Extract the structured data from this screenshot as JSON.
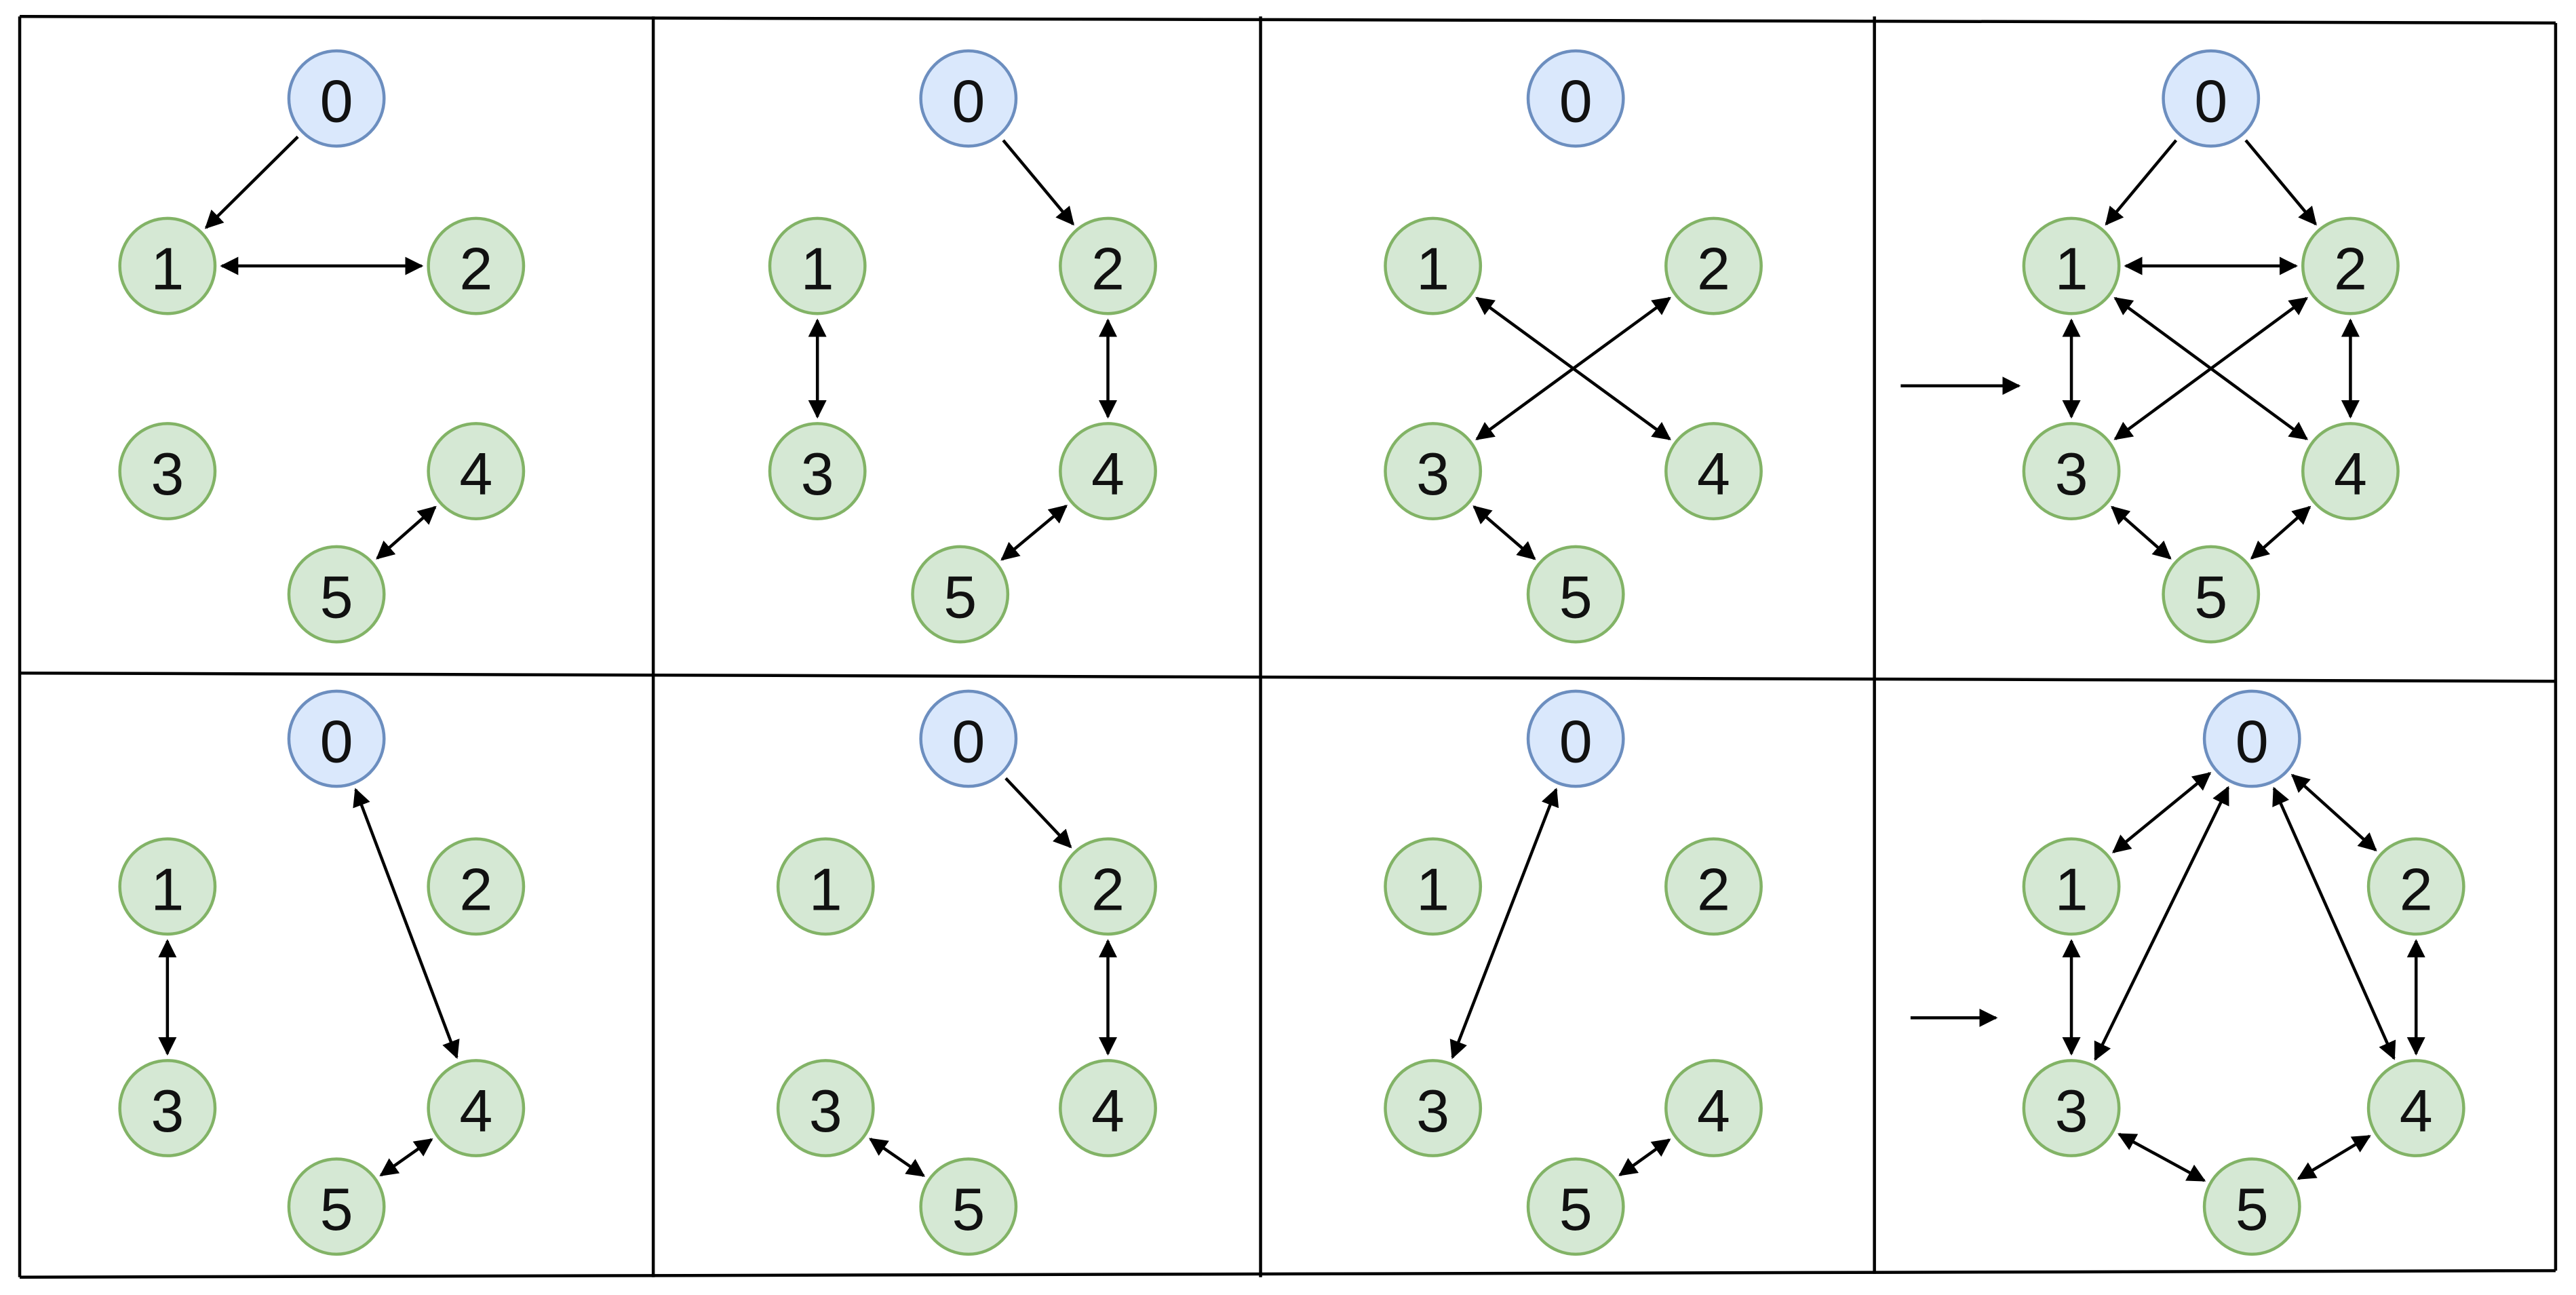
{
  "colors": {
    "root_fill": "#dae8fc",
    "root_stroke": "#6c8ebf",
    "node_fill": "#d5e8d4",
    "node_stroke": "#82b366",
    "edge": "#000000",
    "frame": "#000000"
  },
  "panels": [
    {
      "name": "top-1",
      "nodes": [
        {
          "id": "0",
          "root": true
        },
        {
          "id": "1"
        },
        {
          "id": "2"
        },
        {
          "id": "3"
        },
        {
          "id": "4"
        },
        {
          "id": "5"
        }
      ],
      "edges": [
        [
          "0",
          "1",
          "forward"
        ],
        [
          "1",
          "2",
          "both"
        ],
        [
          "4",
          "5",
          "both"
        ]
      ]
    },
    {
      "name": "top-2",
      "nodes": [
        {
          "id": "0",
          "root": true
        },
        {
          "id": "1"
        },
        {
          "id": "2"
        },
        {
          "id": "3"
        },
        {
          "id": "4"
        },
        {
          "id": "5"
        }
      ],
      "edges": [
        [
          "0",
          "2",
          "forward"
        ],
        [
          "1",
          "3",
          "both"
        ],
        [
          "2",
          "4",
          "both"
        ],
        [
          "4",
          "5",
          "both"
        ]
      ]
    },
    {
      "name": "top-3",
      "nodes": [
        {
          "id": "0",
          "root": true
        },
        {
          "id": "1"
        },
        {
          "id": "2"
        },
        {
          "id": "3"
        },
        {
          "id": "4"
        },
        {
          "id": "5"
        }
      ],
      "edges": [
        [
          "1",
          "4",
          "both"
        ],
        [
          "2",
          "3",
          "both"
        ],
        [
          "3",
          "5",
          "both"
        ]
      ]
    },
    {
      "name": "top-union",
      "result": true,
      "nodes": [
        {
          "id": "0",
          "root": true
        },
        {
          "id": "1"
        },
        {
          "id": "2"
        },
        {
          "id": "3"
        },
        {
          "id": "4"
        },
        {
          "id": "5"
        }
      ],
      "edges": [
        [
          "0",
          "1",
          "forward"
        ],
        [
          "0",
          "2",
          "forward"
        ],
        [
          "1",
          "2",
          "both"
        ],
        [
          "1",
          "3",
          "both"
        ],
        [
          "2",
          "4",
          "both"
        ],
        [
          "1",
          "4",
          "both"
        ],
        [
          "2",
          "3",
          "both"
        ],
        [
          "3",
          "5",
          "both"
        ],
        [
          "4",
          "5",
          "both"
        ]
      ]
    },
    {
      "name": "bottom-1",
      "nodes": [
        {
          "id": "0",
          "root": true
        },
        {
          "id": "1"
        },
        {
          "id": "2"
        },
        {
          "id": "3"
        },
        {
          "id": "4"
        },
        {
          "id": "5"
        }
      ],
      "edges": [
        [
          "0",
          "4",
          "both"
        ],
        [
          "1",
          "3",
          "both"
        ],
        [
          "4",
          "5",
          "both"
        ]
      ]
    },
    {
      "name": "bottom-2",
      "nodes": [
        {
          "id": "0",
          "root": true
        },
        {
          "id": "1"
        },
        {
          "id": "2"
        },
        {
          "id": "3"
        },
        {
          "id": "4"
        },
        {
          "id": "5"
        }
      ],
      "edges": [
        [
          "0",
          "2",
          "forward"
        ],
        [
          "2",
          "4",
          "both"
        ],
        [
          "3",
          "5",
          "both"
        ]
      ]
    },
    {
      "name": "bottom-3",
      "nodes": [
        {
          "id": "0",
          "root": true
        },
        {
          "id": "1"
        },
        {
          "id": "2"
        },
        {
          "id": "3"
        },
        {
          "id": "4"
        },
        {
          "id": "5"
        }
      ],
      "edges": [
        [
          "0",
          "3",
          "both"
        ],
        [
          "4",
          "5",
          "both"
        ]
      ]
    },
    {
      "name": "bottom-union",
      "result": true,
      "nodes": [
        {
          "id": "0",
          "root": true
        },
        {
          "id": "1"
        },
        {
          "id": "2"
        },
        {
          "id": "3"
        },
        {
          "id": "4"
        },
        {
          "id": "5"
        }
      ],
      "edges": [
        [
          "0",
          "1",
          "both"
        ],
        [
          "0",
          "2",
          "both"
        ],
        [
          "0",
          "3",
          "both"
        ],
        [
          "0",
          "4",
          "both"
        ],
        [
          "1",
          "3",
          "both"
        ],
        [
          "2",
          "4",
          "both"
        ],
        [
          "3",
          "5",
          "both"
        ],
        [
          "4",
          "5",
          "both"
        ]
      ]
    }
  ]
}
